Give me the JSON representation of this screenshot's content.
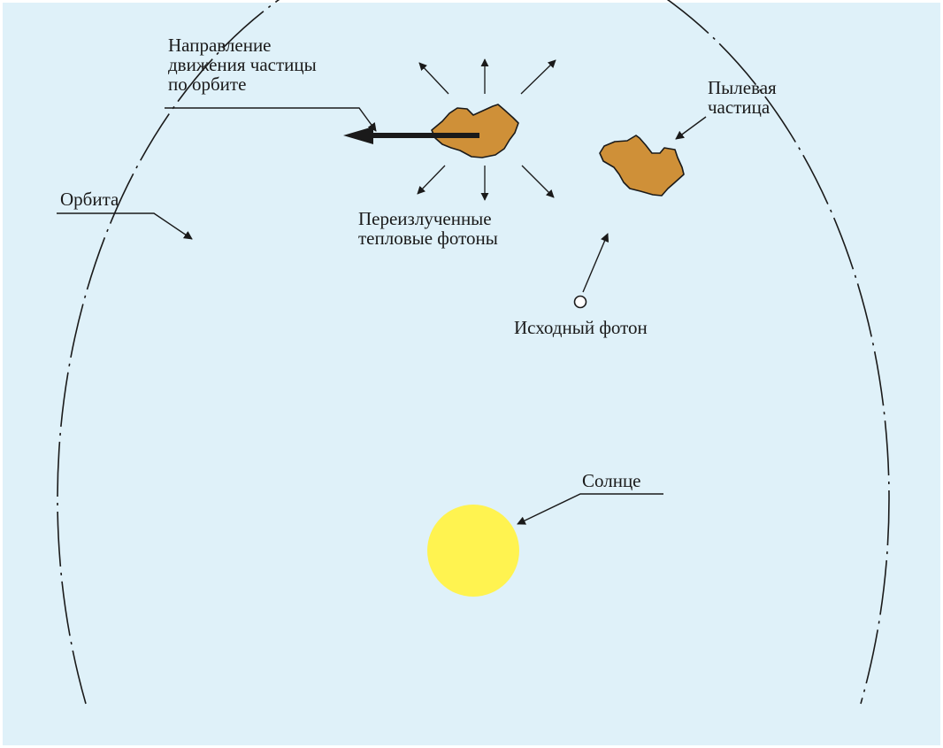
{
  "colors": {
    "background": "#dff1f9",
    "sun": "#fff350",
    "particle": "#cf9038",
    "ink": "#1a1a1a"
  },
  "labels": {
    "direction": [
      "Направление",
      "движения частицы",
      "по орбите"
    ],
    "dust_particle": [
      "Пылевая",
      "частица"
    ],
    "orbit": [
      "Орбита"
    ],
    "thermal_photons": [
      "Переизлученные",
      "тепловые фотоны"
    ],
    "source_photon": [
      "Исходный фотон"
    ],
    "sun": [
      "Солнце"
    ]
  }
}
